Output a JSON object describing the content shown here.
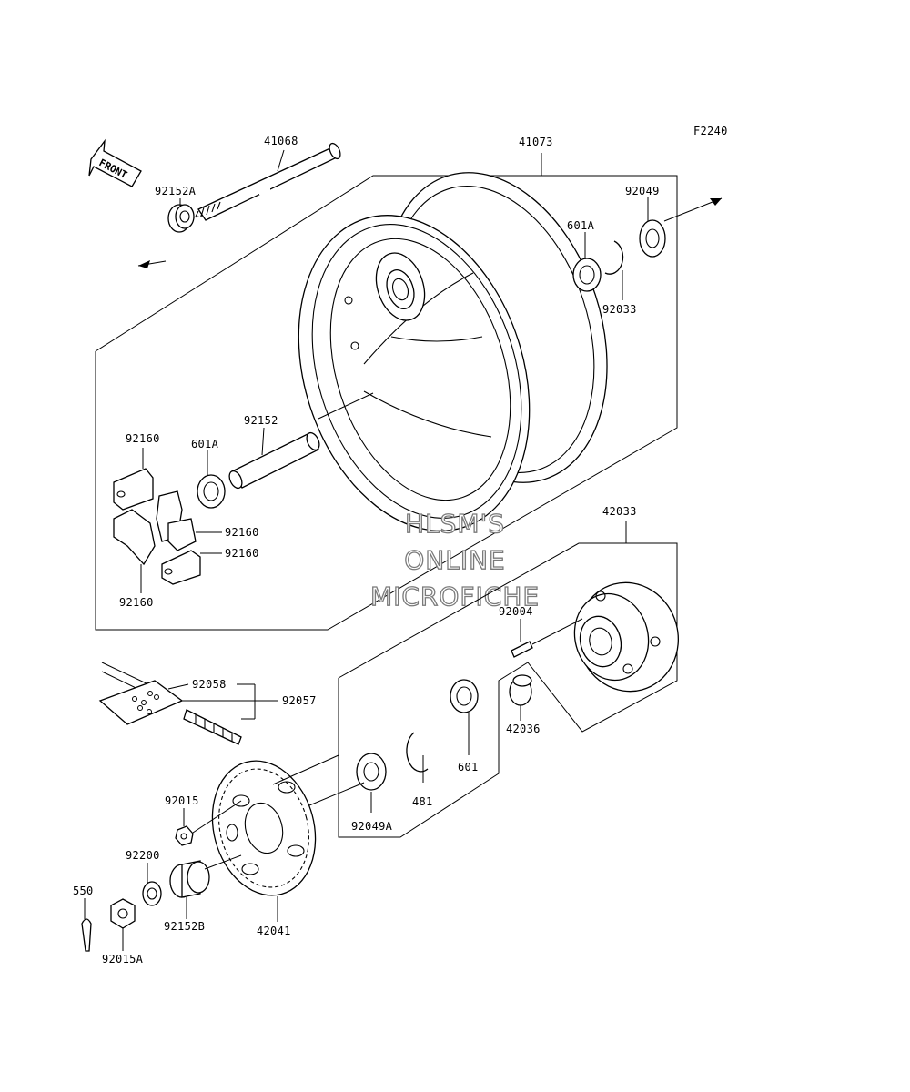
{
  "diagram_code": "F2240",
  "front_label": "FRONT",
  "watermark": [
    "HLSM'S",
    "ONLINE",
    "MICROFICHE"
  ],
  "parts": {
    "p41068": "41068",
    "p41073": "41073",
    "p92152A": "92152A",
    "p92049": "92049",
    "p601A_top": "601A",
    "p92033": "92033",
    "p92152": "92152",
    "p92160_a": "92160",
    "p601A_left": "601A",
    "p92160_b": "92160",
    "p92160_c": "92160",
    "p92160_d": "92160",
    "p42033": "42033",
    "p92004": "92004",
    "p92058": "92058",
    "p92057": "92057",
    "p42036": "42036",
    "p601": "601",
    "p481": "481",
    "p92049A": "92049A",
    "p92015": "92015",
    "p92200": "92200",
    "p550": "550",
    "p92152B": "92152B",
    "p42041": "42041",
    "p92015A": "92015A"
  }
}
